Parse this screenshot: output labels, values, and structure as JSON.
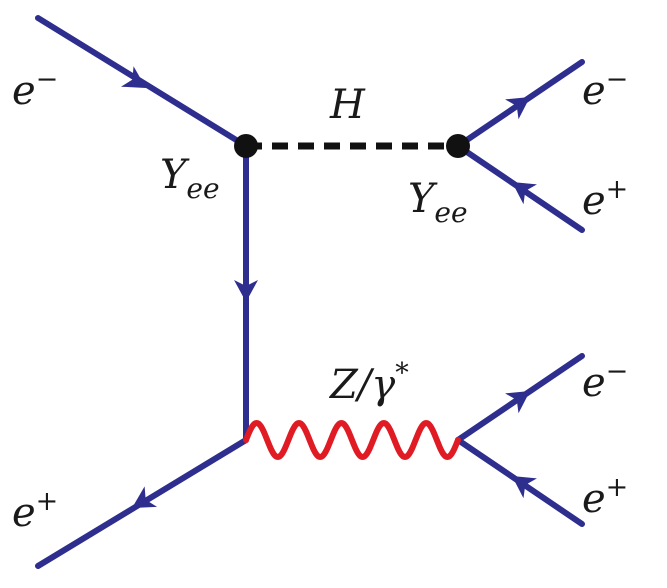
{
  "diagram": {
    "colors": {
      "fermion": "#2e2e8f",
      "photon": "#e01b24",
      "scalar": "#111111",
      "vertex": "#111111",
      "text": "#1a1a1a"
    },
    "labels": {
      "in_electron": {
        "base": "e",
        "sup": "−"
      },
      "in_positron": {
        "base": "e",
        "sup": "+"
      },
      "higgs": "H",
      "yukawa_left": {
        "base": "Y",
        "sub": "ee"
      },
      "yukawa_right": {
        "base": "Y",
        "sub": "ee"
      },
      "out_top_electron": {
        "base": "e",
        "sup": "−"
      },
      "out_top_positron": {
        "base": "e",
        "sup": "+"
      },
      "boson": {
        "base": "Z/γ",
        "sup": "*"
      },
      "out_bot_electron": {
        "base": "e",
        "sup": "−"
      },
      "out_bot_positron": {
        "base": "e",
        "sup": "+"
      }
    }
  }
}
